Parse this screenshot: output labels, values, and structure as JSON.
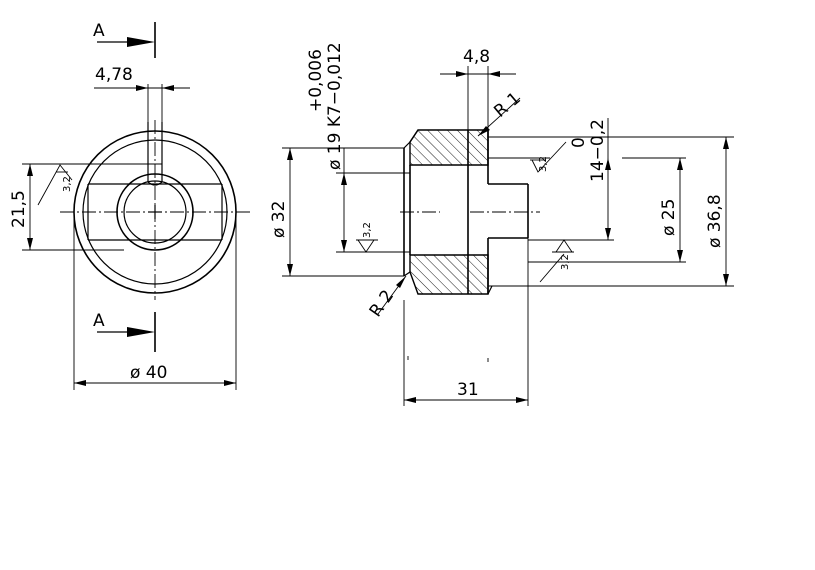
{
  "section_marks": {
    "top": "A",
    "bottom": "A"
  },
  "left_view": {
    "keyway_width": "4,78",
    "keyway_depth": "21,5",
    "outer_diameter": "ø 40",
    "roughness": "3,2"
  },
  "right_view": {
    "bore_tolerance_upper": "+0,006",
    "bore_callout": "ø 19  K7−0,012",
    "flange_width": "4,8",
    "fillet_outer": "R 1",
    "fillet_inner": "R 2",
    "height_tolerance_upper": "0",
    "height_callout": "14−0,2",
    "diameter_32": "ø 32",
    "diameter_25": "ø 25",
    "diameter_36_8": "ø 36,8",
    "length": "31",
    "roughness_top": "3,2",
    "roughness_left": "3,2",
    "roughness_right": "3,2"
  }
}
